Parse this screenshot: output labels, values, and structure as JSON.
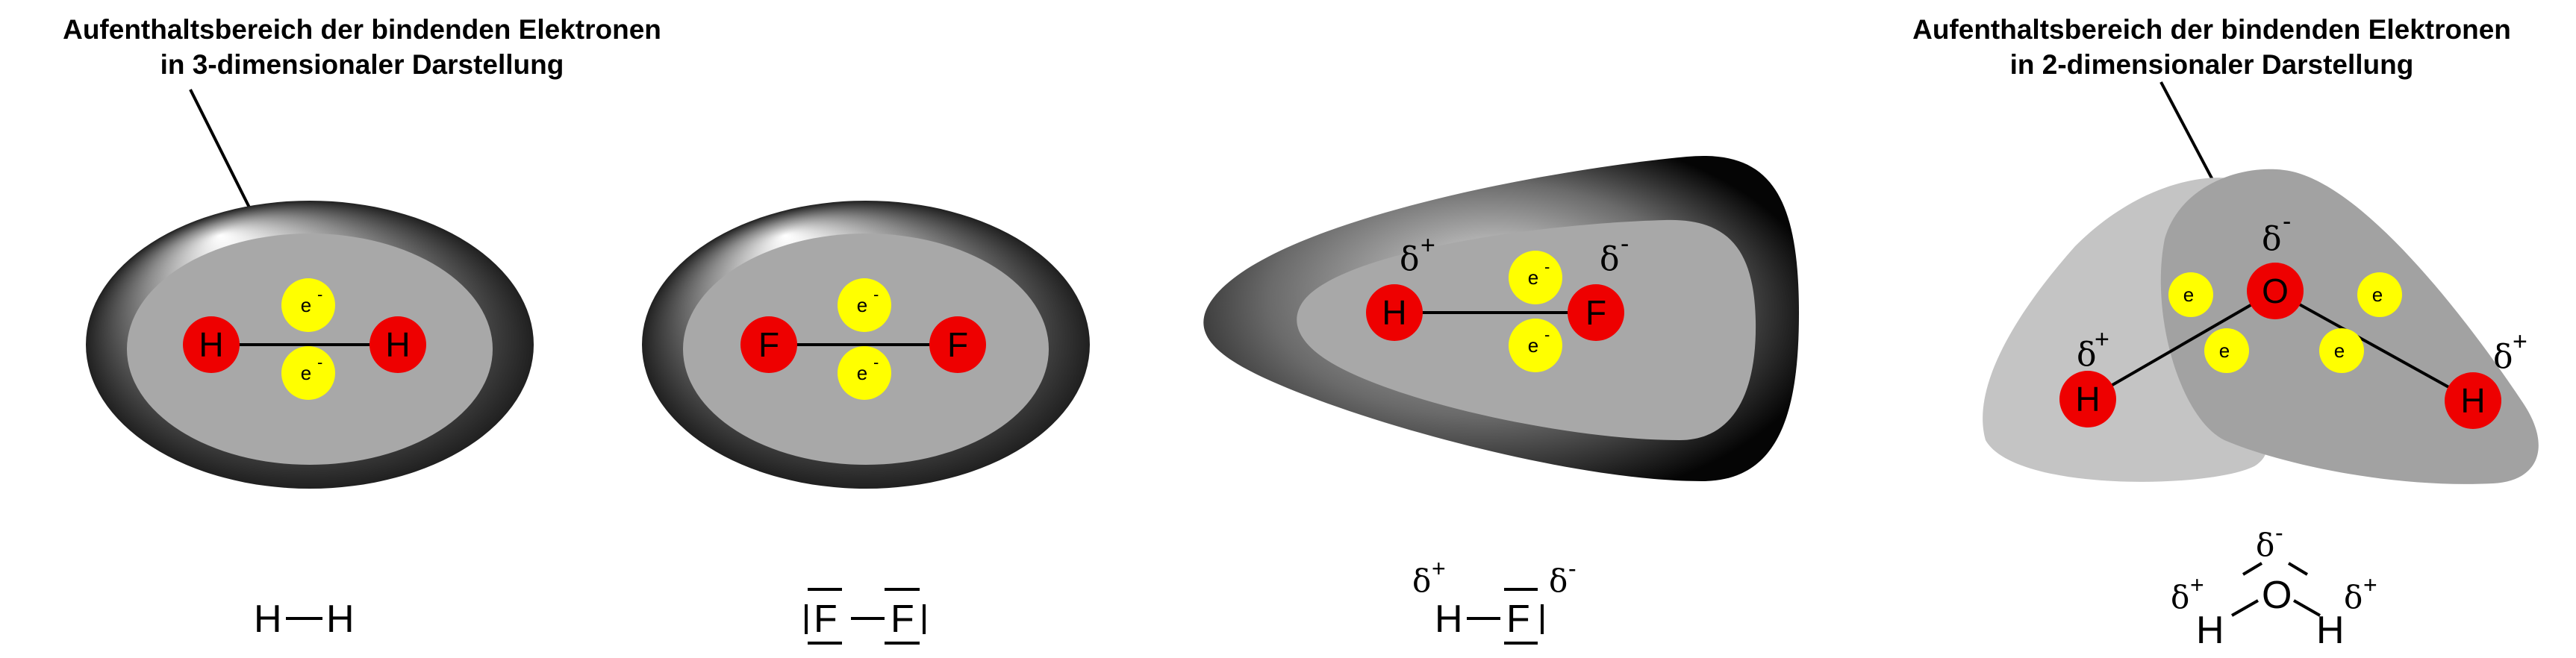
{
  "annotations": {
    "left_line1": "Aufenthaltsbereich der bindenden Elektronen",
    "left_line2": "in 3-dimensionaler Darstellung",
    "right_line1": "Aufenthaltsbereich der bindenden Elektronen",
    "right_line2": "in 2-dimensionaler Darstellung"
  },
  "symbols": {
    "H": "H",
    "F": "F",
    "O": "O",
    "electron": "e",
    "electron_sup": "-",
    "delta": "δ",
    "plus": "+",
    "minus": "-"
  },
  "formulas": {
    "h2": "H—H",
    "f2_left": "|F",
    "f2_dash": "—",
    "f2_right": "F|",
    "hf_h": "H",
    "hf_dash": "—",
    "hf_f": "F|",
    "h2o_o": "O",
    "h2o_h": "H"
  },
  "colors": {
    "atom": "#ee0000",
    "electron": "#ffff00",
    "cloud_inner": "#a8a8a8",
    "cloud_dark": "#222222",
    "light_cloud": "#c4c4c4",
    "dark_cloud": "#a2a2a2"
  }
}
